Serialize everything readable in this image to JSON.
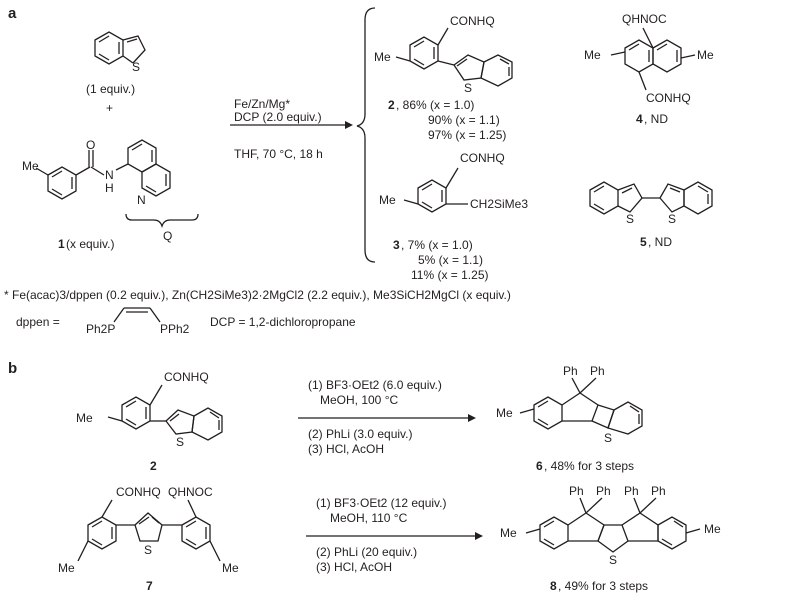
{
  "panel_a": {
    "label": "a",
    "reactant_top_equiv": "(1 equiv.)",
    "plus": "+",
    "reactant_1_label": "1",
    "reactant_1_equiv": " (x equiv.)",
    "q_label": "Q",
    "conditions": [
      "Fe/Zn/Mg*",
      "DCP (2.0 equiv.)",
      "THF, 70 °C, 18 h"
    ],
    "product_2": {
      "num": "2",
      "yields": [
        ", 86% (x = 1.0)",
        "90% (x = 1.1)",
        "97% (x = 1.25)"
      ]
    },
    "product_3": {
      "num": "3",
      "yields": [
        ", 7% (x = 1.0)",
        "5% (x = 1.1)",
        "11% (x = 1.25)"
      ]
    },
    "product_4": {
      "num": "4",
      "yield": ", ND"
    },
    "product_5": {
      "num": "5",
      "yield": ", ND"
    },
    "footnote": "* Fe(acac)3/dppen (0.2 equiv.), Zn(CH2SiMe3)2·2MgCl2 (2.2 equiv.), Me3SiCH2MgCl (x equiv.)",
    "dppen_label": "dppen =",
    "dcp_def": "DCP = 1,2-dichloropropane"
  },
  "panel_b": {
    "label": "b",
    "r1": {
      "num": "2",
      "conditions": [
        "(1) BF3·OEt2 (6.0 equiv.)",
        "MeOH, 100 °C",
        "(2) PhLi (3.0 equiv.)",
        "(3) HCl, AcOH"
      ],
      "product": "6",
      "yield": ", 48% for 3 steps"
    },
    "r2": {
      "num": "7",
      "conditions": [
        "(1) BF3·OEt2 (12 equiv.)",
        "MeOH, 110 °C",
        "(2) PhLi (20 equiv.)",
        "(3) HCl, AcOH"
      ],
      "product": "8",
      "yield": ", 49% for 3 steps"
    }
  },
  "atoms": {
    "S": "S",
    "N": "N",
    "O": "O",
    "H": "H",
    "Me": "Me",
    "Ph": "Ph",
    "CONHQ": "CONHQ",
    "QHNOC": "QHNOC",
    "CH2SiMe3": "CH2SiMe3",
    "Ph2P": "Ph2P",
    "PPh2": "PPh2"
  }
}
